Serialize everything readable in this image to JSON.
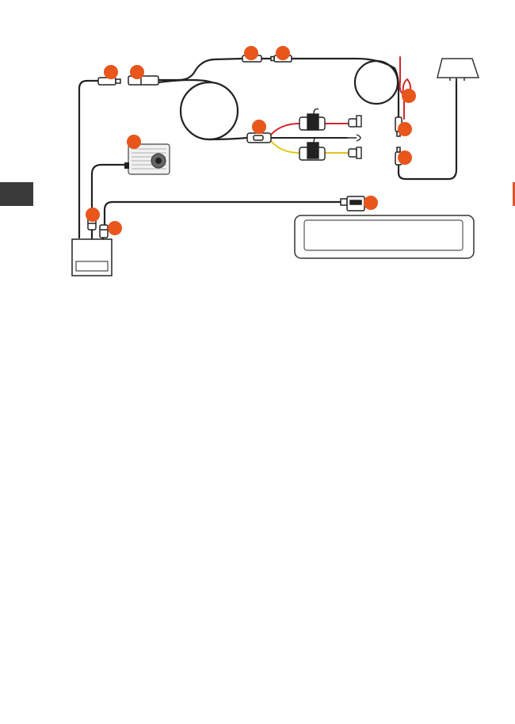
{
  "colors": {
    "marker": "#e8561c",
    "cable": "#222222",
    "power_wire": "#d4262c",
    "acc_wire": "#e2c51a",
    "outline": "#333333",
    "side_tab": "#3a3a3a",
    "side_mark": "#d6572c"
  },
  "components": [
    {
      "id": "main-unit",
      "label": ""
    },
    {
      "id": "rear-camera",
      "label": ""
    },
    {
      "id": "mirror-monitor",
      "label": ""
    },
    {
      "id": "windshield-mount",
      "label": ""
    },
    {
      "id": "fuse-kit",
      "label": ""
    }
  ],
  "markers": [
    {
      "id": "marker-1",
      "label": ""
    },
    {
      "id": "marker-2",
      "label": ""
    },
    {
      "id": "marker-3",
      "label": ""
    },
    {
      "id": "marker-4",
      "label": ""
    },
    {
      "id": "marker-5",
      "label": ""
    },
    {
      "id": "marker-6",
      "label": ""
    },
    {
      "id": "marker-7",
      "label": ""
    },
    {
      "id": "marker-8",
      "label": ""
    },
    {
      "id": "marker-9",
      "label": ""
    },
    {
      "id": "marker-10",
      "label": ""
    },
    {
      "id": "marker-11",
      "label": ""
    },
    {
      "id": "marker-12",
      "label": ""
    }
  ]
}
